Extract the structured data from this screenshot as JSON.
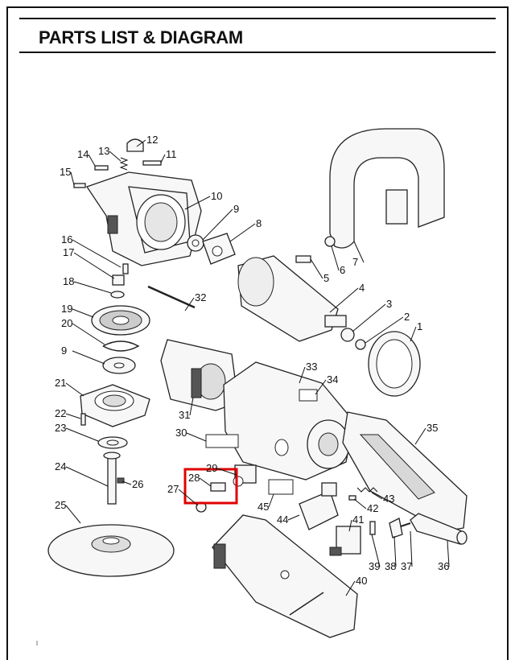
{
  "header": {
    "title": "PARTS LIST & DIAGRAM"
  },
  "callouts": [
    {
      "id": "12",
      "label": "12"
    },
    {
      "id": "13",
      "label": "13"
    },
    {
      "id": "14",
      "label": "14"
    },
    {
      "id": "11",
      "label": "11"
    },
    {
      "id": "15",
      "label": "15"
    },
    {
      "id": "10",
      "label": "10"
    },
    {
      "id": "9a",
      "label": "9"
    },
    {
      "id": "8",
      "label": "8"
    },
    {
      "id": "16",
      "label": "16"
    },
    {
      "id": "17",
      "label": "17"
    },
    {
      "id": "18",
      "label": "18"
    },
    {
      "id": "7",
      "label": "7"
    },
    {
      "id": "6",
      "label": "6"
    },
    {
      "id": "5",
      "label": "5"
    },
    {
      "id": "4",
      "label": "4"
    },
    {
      "id": "32",
      "label": "32"
    },
    {
      "id": "19",
      "label": "19"
    },
    {
      "id": "20",
      "label": "20"
    },
    {
      "id": "3",
      "label": "3"
    },
    {
      "id": "2",
      "label": "2"
    },
    {
      "id": "1",
      "label": "1"
    },
    {
      "id": "9b",
      "label": "9"
    },
    {
      "id": "33",
      "label": "33"
    },
    {
      "id": "34",
      "label": "34"
    },
    {
      "id": "21",
      "label": "21"
    },
    {
      "id": "31",
      "label": "31"
    },
    {
      "id": "22",
      "label": "22"
    },
    {
      "id": "35",
      "label": "35"
    },
    {
      "id": "23",
      "label": "23"
    },
    {
      "id": "30",
      "label": "30"
    },
    {
      "id": "29",
      "label": "29"
    },
    {
      "id": "24",
      "label": "24"
    },
    {
      "id": "28",
      "label": "28"
    },
    {
      "id": "26",
      "label": "26"
    },
    {
      "id": "27",
      "label": "27"
    },
    {
      "id": "43",
      "label": "43"
    },
    {
      "id": "45",
      "label": "45"
    },
    {
      "id": "42",
      "label": "42"
    },
    {
      "id": "25",
      "label": "25"
    },
    {
      "id": "44",
      "label": "44"
    },
    {
      "id": "41",
      "label": "41"
    },
    {
      "id": "39",
      "label": "39"
    },
    {
      "id": "38",
      "label": "38"
    },
    {
      "id": "37",
      "label": "37"
    },
    {
      "id": "36",
      "label": "36"
    },
    {
      "id": "40",
      "label": "40"
    }
  ],
  "highlight": {
    "color": "#e00000",
    "parts": [
      "27",
      "28",
      "29"
    ]
  }
}
